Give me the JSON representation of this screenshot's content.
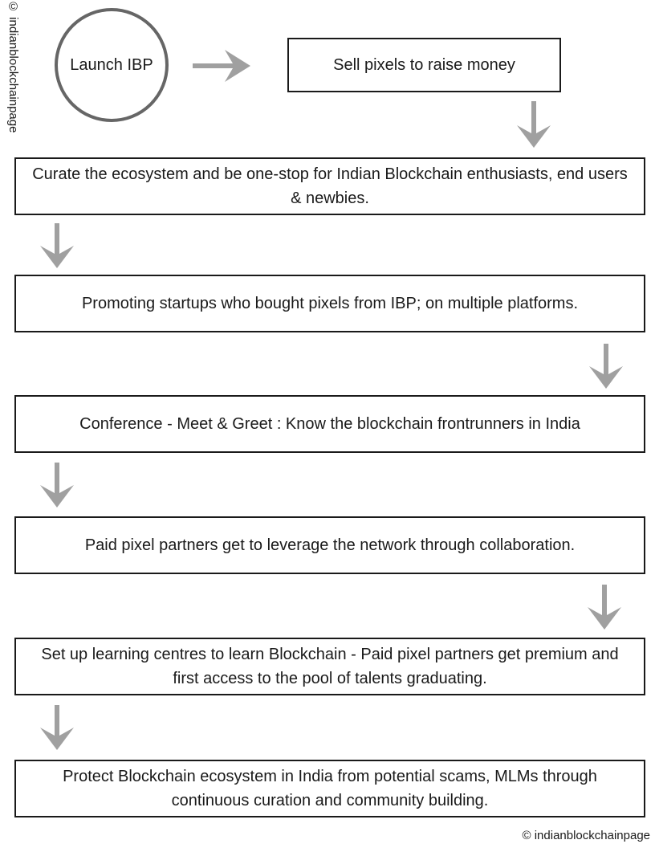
{
  "watermark": {
    "vertical": "© indianblockchainpage",
    "bottom": "© indianblockchainpage"
  },
  "start": {
    "label": "Launch IBP"
  },
  "steps": [
    {
      "text": "Sell pixels to raise money"
    },
    {
      "text": "Curate the ecosystem and be one-stop for Indian Blockchain enthusiasts, end users & newbies."
    },
    {
      "text": "Promoting startups who bought pixels from IBP; on multiple platforms."
    },
    {
      "text": "Conference - Meet & Greet : Know the blockchain frontrunners in India"
    },
    {
      "text": "Paid pixel partners get to leverage the network through collaboration."
    },
    {
      "text": "Set up learning centres to learn Blockchain - Paid pixel partners get premium and first access to the pool of talents graduating."
    },
    {
      "text": "Protect Blockchain ecosystem in India from potential scams, MLMs through continuous curation and community building."
    }
  ],
  "colors": {
    "border": "#1a1a1a",
    "circle_border": "#666666",
    "arrow": "#a0a0a0"
  }
}
